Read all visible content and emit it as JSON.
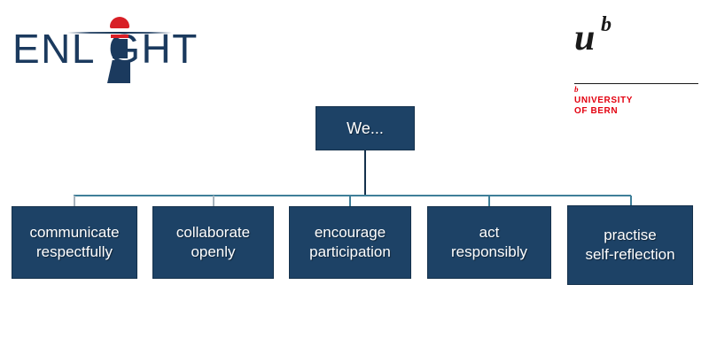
{
  "branding": {
    "enlight": {
      "wordmark_left": "ENL",
      "wordmark_gap": "I",
      "wordmark_right": "GHT",
      "full_name": "ENLIGHT",
      "icon": "lighthouse-icon",
      "navy": "#1b3a5e",
      "red": "#d81f26"
    },
    "bern": {
      "monogram": "u",
      "monogram_superscript": "b",
      "small_b": "b",
      "name": "UNIVERSITY\nOF BERN",
      "red": "#e3000f",
      "ink": "#1a1a1a"
    }
  },
  "chart_data": {
    "type": "diagram",
    "title": "We...",
    "root": {
      "label": "We..."
    },
    "children": [
      {
        "label": "communicate\nrespectfully"
      },
      {
        "label": "collaborate\nopenly"
      },
      {
        "label": "encourage\nparticipation"
      },
      {
        "label": "act\nresponsibly"
      },
      {
        "label": "practise\nself-reflection"
      }
    ],
    "node_fill": "#1d4266",
    "node_border": "#15314c",
    "node_text": "#ffffff",
    "connector_color": "#3f7f99",
    "stub_color": "#a8b4bd"
  }
}
